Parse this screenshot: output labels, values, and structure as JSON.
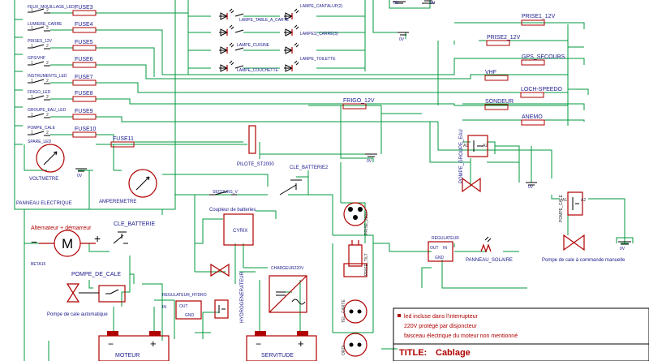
{
  "colors": {
    "wire": "#009a3e",
    "component": "#b00000",
    "label": "#1a1a8c",
    "battery_fill": "#b00000"
  },
  "switches": [
    {
      "id": "feux",
      "label": "FEUX_MOUILLAGE_LED"
    },
    {
      "id": "lumiere",
      "label": "LUMIERE_CARRE"
    },
    {
      "id": "prises",
      "label": "PRISES_12V"
    },
    {
      "id": "gps",
      "label": "GPS/VHF"
    },
    {
      "id": "instruments",
      "label": "INSTRUMENTS_LED"
    },
    {
      "id": "frigo",
      "label": "FRIGO_LED"
    },
    {
      "id": "groupe",
      "label": "GROUPE_EAU_LED"
    },
    {
      "id": "pompe",
      "label": "POMPE_CALE"
    },
    {
      "id": "spare",
      "label": "SPARE_LED"
    }
  ],
  "fuses": [
    "FUSE3",
    "FUSE4",
    "FUSE5",
    "FUSE6",
    "FUSE7",
    "FUSE8",
    "FUSE9",
    "FUSE10",
    "FUSE11"
  ],
  "lamps": [
    {
      "id": "table",
      "label": "LAMPE_TABLE_A_CARTE"
    },
    {
      "id": "cuisine",
      "label": "LAMPE_CUISINE"
    },
    {
      "id": "couchette",
      "label": "LAMPE_COUCHETTE"
    },
    {
      "id": "cantalup",
      "label": "LAMPE_CANTALUP(2)"
    },
    {
      "id": "carre",
      "label": "LAMPES_CARRE(3)"
    },
    {
      "id": "toilette",
      "label": "LAMPE_TOILETTE"
    }
  ],
  "outputs": {
    "prise1": "PRISE1_12V",
    "prise2": "PRISE2_12V",
    "gps_secours": "GPS_SECOURS",
    "vhf": "VHF",
    "loch": "LOCH-SPEEDO",
    "sondeur": "SONDEUR",
    "anemo": "ANEMO",
    "frigo": "FRIGO_12V"
  },
  "labels": {
    "zero_v": "0V",
    "voltmetre": "VOLTMETRE",
    "amperemetre": "AMPEREMETRE",
    "panneau": "PANNEAU ELECTRIQUE",
    "pilote": "PILOTE_ST2000",
    "cle_batterie2": "CLE_BATTERIE2",
    "secours_v": "SECOURS_V",
    "coupleur": "Coupleur de batteries",
    "cyrix": "CYRIX",
    "alternateur": "Alternateur + démarreur",
    "cle_batterie": "CLE_BATTERIE",
    "betats": "BETA15",
    "pompe_de_cale": "POMPE_DE_CALE",
    "pompe_auto": "Pompe de cale automatique",
    "regulateur_hydro": "REGULATEUR_HYDRO",
    "hydrogenerateur": "HYDROGENERATEUR",
    "chargeur": "CHARGEUR220V",
    "regulateur": "REGULATEUR",
    "panneau_solaire": "PANNEAU_SOLAIRE",
    "pompe_groupe": "POMPE_GROUPE_EAU",
    "pompe_manuelle": "Pompe de cale à commande manuelle",
    "moteur": "MOTEUR",
    "servitude": "SERVITUDE",
    "prise_220": "PRISE_220V",
    "prise_tilt": "PRISE_TILT",
    "tel_carte": "TEL_CARTE",
    "ordi": "ORDI",
    "out": "OUT",
    "in": "IN",
    "gnd": "GND",
    "motor_letter": "M",
    "plus": "+",
    "minus": "−"
  },
  "notes": [
    "led incluse dans l'interrupteur",
    "220V protégé par disjoncteur",
    "faisceau électrique du moteur non mentionné"
  ],
  "title_block": {
    "label": "TITLE:",
    "value": "Cablage"
  }
}
